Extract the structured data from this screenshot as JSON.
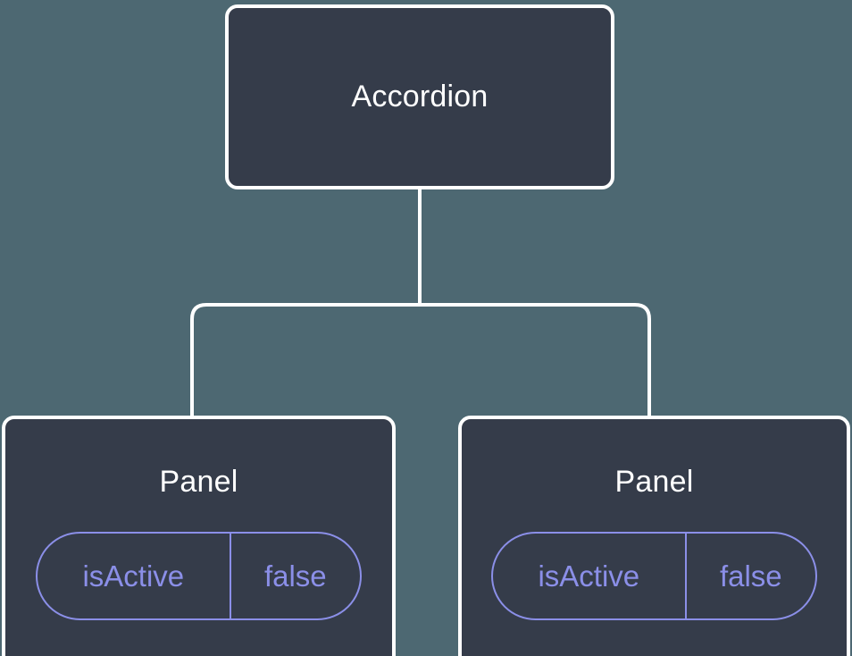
{
  "diagram": {
    "type": "component-tree",
    "background_color": "#4d6872",
    "node_fill_color": "#353c4a",
    "node_border_color": "#ffffff",
    "edge_color": "#ffffff",
    "accent_color": "#8b8fe8",
    "title_color": "#ffffff"
  },
  "root": {
    "label": "Accordion"
  },
  "children": [
    {
      "label": "Panel",
      "state": {
        "key": "isActive",
        "value": "false"
      }
    },
    {
      "label": "Panel",
      "state": {
        "key": "isActive",
        "value": "false"
      }
    }
  ]
}
